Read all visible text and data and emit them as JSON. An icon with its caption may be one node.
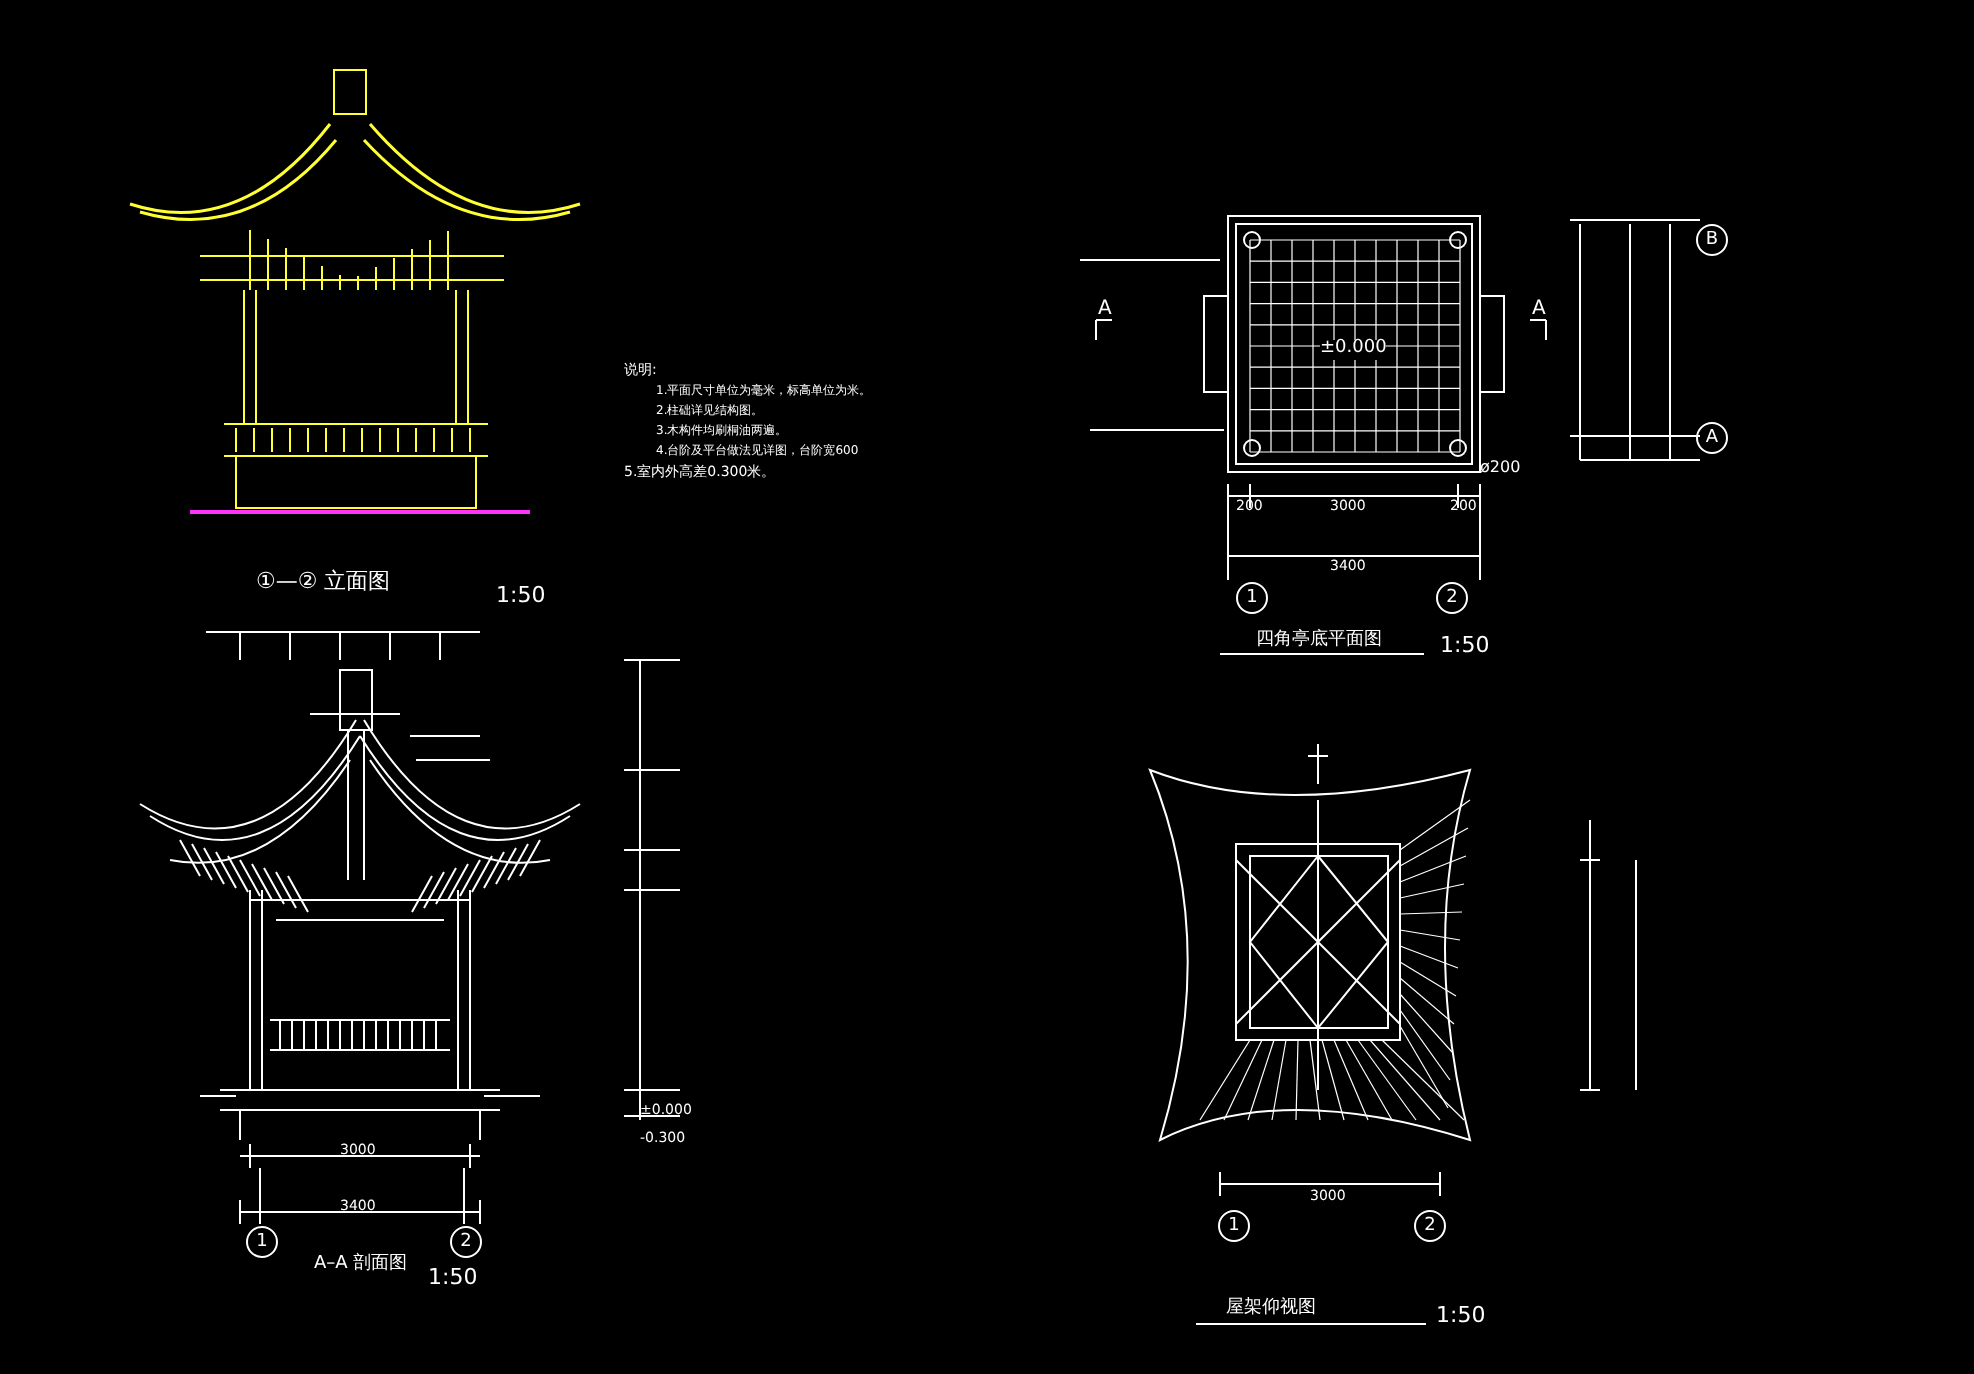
{
  "diagram": {
    "labels": [
      "说明:",
      "1.平面尺寸单位为毫米，标高单位为米。",
      "2.柱础详见结构图。",
      "3.木构件均刷桐油两遍。",
      "4.台阶及平台做法见详图，台阶宽600",
      "5.室内外高差0.300米。",
      "①—② 立面图",
      "1:50",
      "A",
      "A",
      "±0.000",
      "ø200",
      "200",
      "3000",
      "200",
      "3400",
      "1",
      "2",
      "B",
      "A",
      "四角亭底平面图",
      "1:50",
      "±0.000",
      "-0.300",
      "3000",
      "3400",
      "1",
      "2",
      "A–A 剖面图",
      "1:50",
      "3000",
      "1",
      "2",
      "屋架仰视图",
      "1:50"
    ]
  }
}
